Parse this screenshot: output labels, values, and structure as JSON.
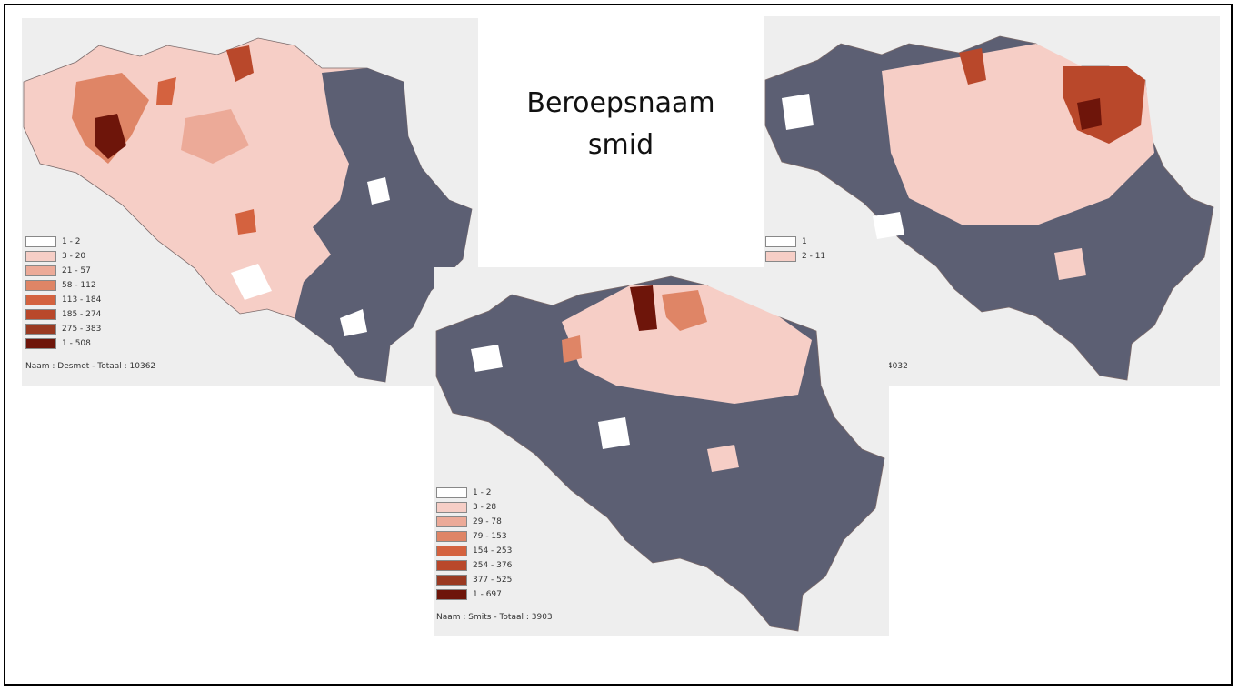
{
  "title": {
    "line1": "Beroepsnaam",
    "line2": "smid"
  },
  "colors": {
    "background_panel": "#eeeeee",
    "no_data": "#5c5f73",
    "scale": [
      "#ffffff",
      "#f6cec6",
      "#ecaa98",
      "#df8566",
      "#d4623f",
      "#b9482b",
      "#9a3a22",
      "#6e150a"
    ]
  },
  "maps": [
    {
      "id": "desmet",
      "caption": "Naam : Desmet - Totaal : 10362",
      "legend": [
        "1 - 2",
        "3 - 20",
        "21 - 57",
        "58 - 112",
        "113 - 184",
        "185 - 274",
        "275 - 383",
        "1 - 508"
      ]
    },
    {
      "id": "smid-right",
      "caption": ": 4032",
      "legend": [
        "1",
        "2 - 11"
      ]
    },
    {
      "id": "smits",
      "caption": "Naam : Smits - Totaal : 3903",
      "legend": [
        "1 - 2",
        "3 - 28",
        "29 - 78",
        "79 - 153",
        "154 - 253",
        "254 - 376",
        "377 - 525",
        "1 - 697"
      ]
    }
  ]
}
